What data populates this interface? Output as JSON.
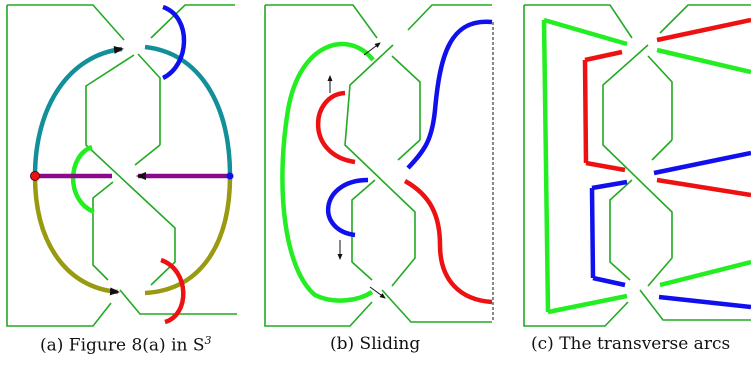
{
  "captions": {
    "a_text": "(a) Figure 8(a) in S",
    "a_sup": "3",
    "b_text": "(b) Sliding",
    "c_text": "(c) The transverse arcs"
  },
  "colors": {
    "knot": "#22aa22",
    "teal": "#11909a",
    "olive": "#9a9a10",
    "blue": "#1010ee",
    "green": "#22ee22",
    "red": "#ee1111",
    "purple": "#8a0a8a",
    "black": "#111111"
  }
}
